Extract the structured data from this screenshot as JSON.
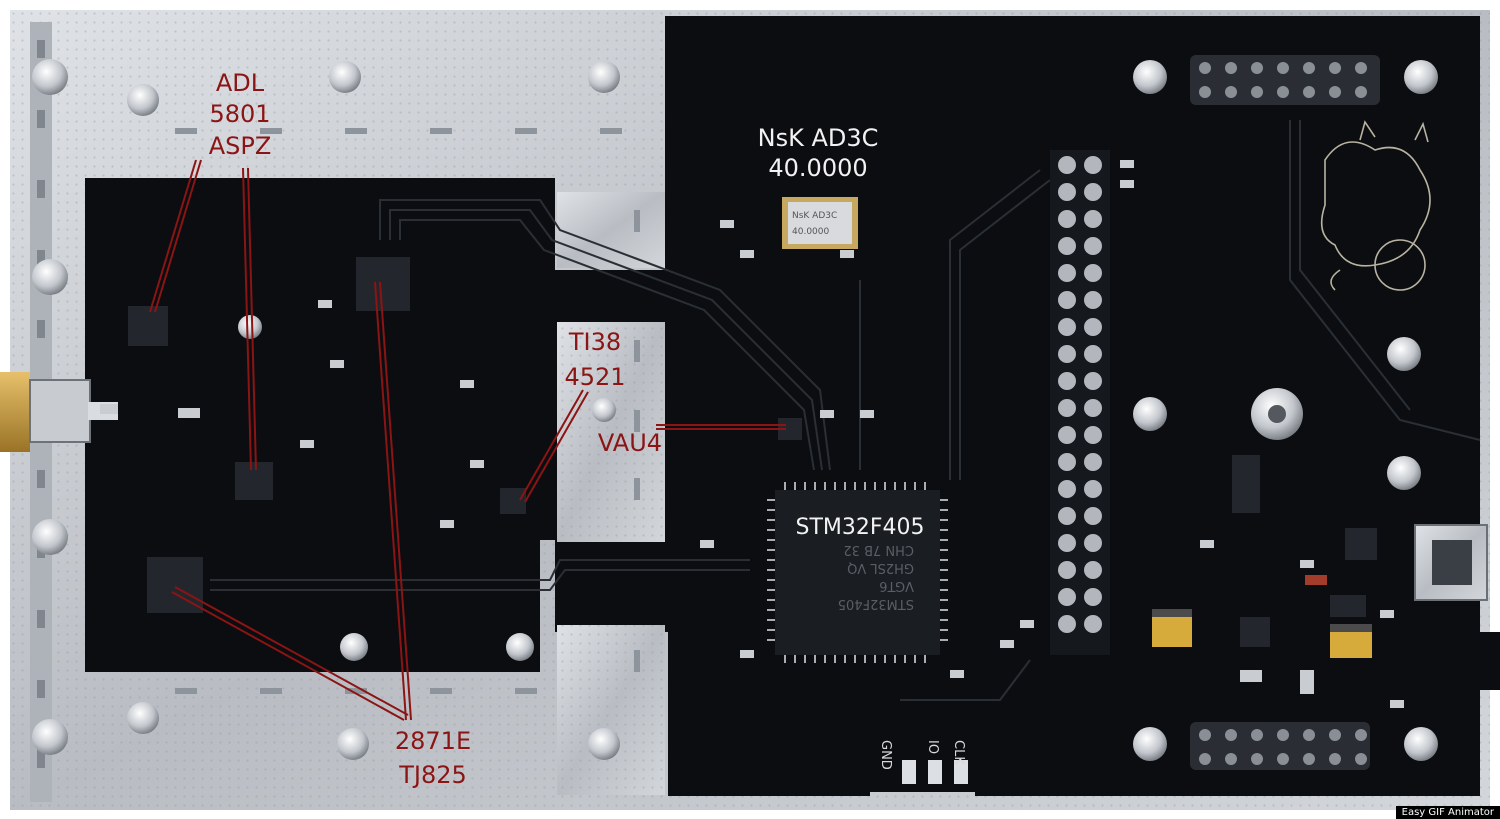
{
  "annotations": {
    "adl_line1": "ADL",
    "adl_line2": "5801",
    "adl_line3": "ASPZ",
    "oscillator_line1": "NsK AD3C",
    "oscillator_line2": "40.0000",
    "ti_line1": "TI38",
    "ti_line2": "4521",
    "vau4": "VAU4",
    "mcu": "STM32F405",
    "lmx_line1": "2871E",
    "lmx_line2": "TJ825"
  },
  "silkscreen": {
    "gnd": "GND",
    "io": "IO",
    "clk": "CLK"
  },
  "chip_marking": {
    "line1": "STM32F405",
    "line2": "VGT6",
    "line3": "GH2SL VQ",
    "line4": "CHN 7B 32"
  },
  "crystal_marking": {
    "line1": "NsK AD3C",
    "line2": "40.0000"
  },
  "watermark": "Easy GIF Animator",
  "colors": {
    "annotation_red": "#8b1414",
    "annotation_white": "#f2f2f2",
    "board": "#0b0d10",
    "metal": "#c9ccd0"
  }
}
